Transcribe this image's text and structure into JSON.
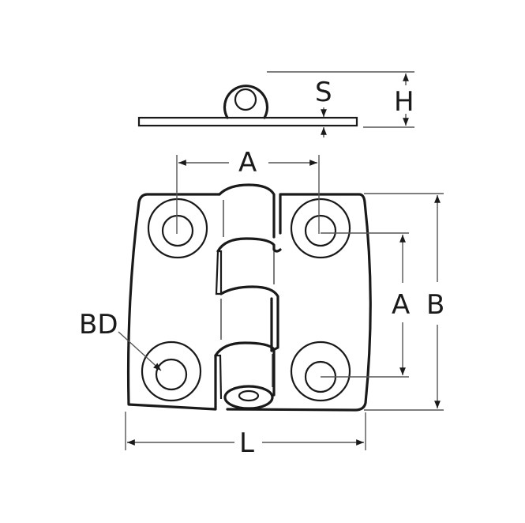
{
  "diagram": {
    "subject": "hinge dimension drawing",
    "side_view": {
      "labels": {
        "thickness": "S",
        "height": "H"
      }
    },
    "front_view": {
      "labels": {
        "hole_spacing_horizontal": "A",
        "hole_spacing_vertical": "A",
        "overall_height": "B",
        "bore_diameter": "BD",
        "overall_length": "L"
      }
    },
    "colors": {
      "line": "#1a1a1a",
      "dimension": "#555555",
      "background": "#ffffff"
    }
  }
}
